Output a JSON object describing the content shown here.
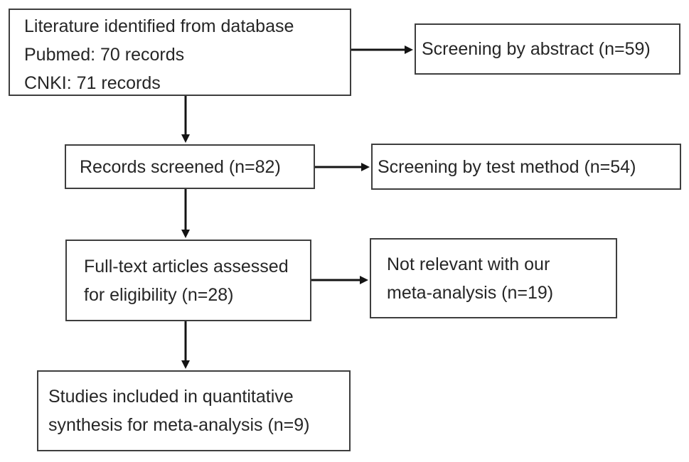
{
  "diagram": {
    "boxes": {
      "identification": {
        "lines": [
          "Literature identified from database",
          "Pubmed: 70 records",
          "CNKI: 71 records"
        ]
      },
      "screening_abstract": {
        "label": "Screening by abstract (n=59)"
      },
      "records_screened": {
        "label": "Records screened (n=82)"
      },
      "screening_test_method": {
        "label": "Screening by test method (n=54)"
      },
      "fulltext_assessed": {
        "lines": [
          "Full-text articles assessed",
          "for eligibility (n=28)"
        ]
      },
      "not_relevant": {
        "lines": [
          "Not relevant with our",
          "meta-analysis (n=19)"
        ]
      },
      "included": {
        "lines": [
          "Studies included in quantitative",
          "synthesis for meta-analysis (n=9)"
        ]
      }
    },
    "counts": {
      "pubmed_records": 70,
      "cnki_records": 71,
      "screened_by_abstract": 59,
      "records_screened": 82,
      "screened_by_test_method": 54,
      "fulltext_assessed": 28,
      "not_relevant": 19,
      "included_in_synthesis": 9
    },
    "colors": {
      "background": "#ffffff",
      "border": "#3e3e3e",
      "text": "#262626",
      "arrow": "#141414"
    }
  }
}
